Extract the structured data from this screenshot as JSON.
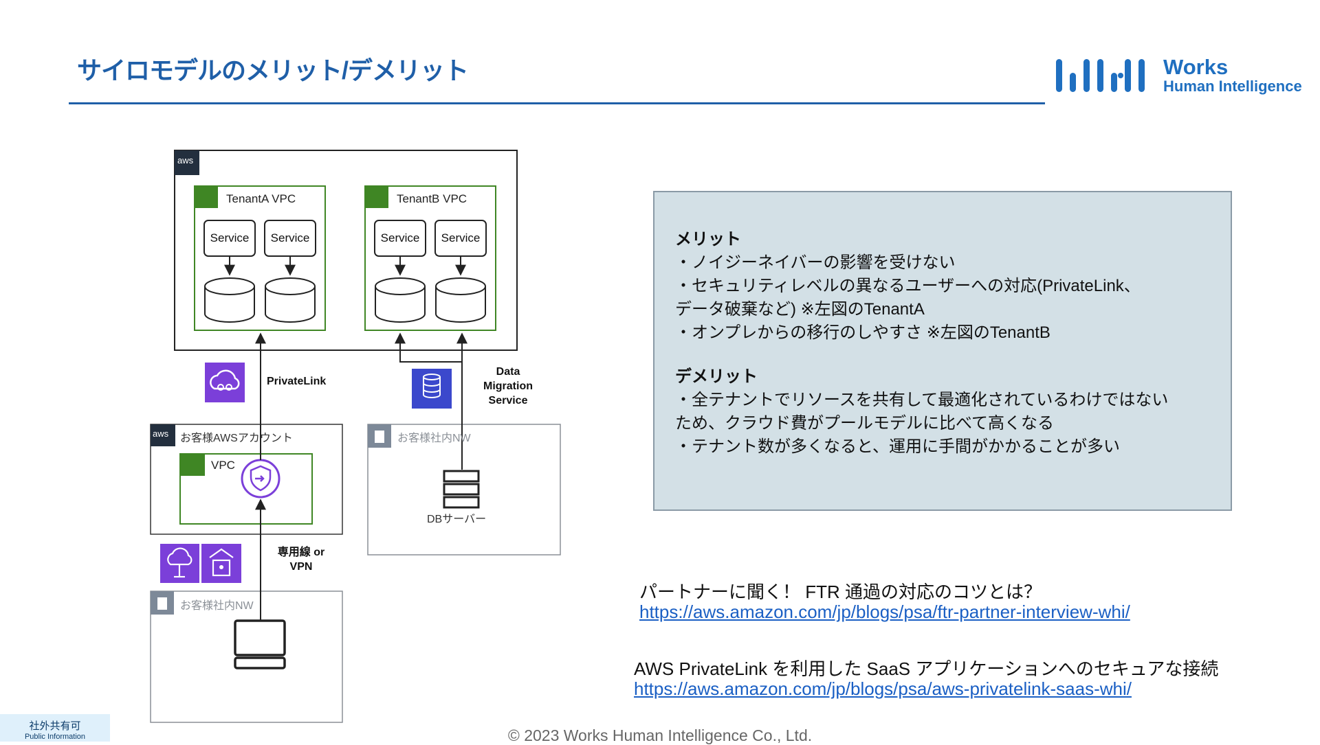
{
  "header": {
    "title": "サイロモデルのメリット/デメリット",
    "logo": {
      "line1": "Works",
      "line2": "Human Intelligence"
    }
  },
  "diagram": {
    "aws_badge": "aws",
    "tenant_a": {
      "label": "TenantA VPC",
      "services": [
        "Service",
        "Service"
      ]
    },
    "tenant_b": {
      "label": "TenantB VPC",
      "services": [
        "Service",
        "Service"
      ]
    },
    "privatelink_label": "PrivateLink",
    "dms_label": [
      "Data",
      "Migration",
      "Service"
    ],
    "customer_account": {
      "label": "お客様AWSアカウント",
      "vpc_label": "VPC"
    },
    "customer_nw_right": {
      "label": "お客様社内NW",
      "server_label": "DBサーバー"
    },
    "line_label": [
      "専用線 or",
      "VPN"
    ],
    "customer_nw_bottom": {
      "label": "お客様社内NW"
    }
  },
  "info": {
    "merit_head": "メリット",
    "merit_lines": [
      "・ノイジーネイバーの影響を受けない",
      "・セキュリティレベルの異なるユーザーへの対応(PrivateLink、",
      "データ破棄など) ※左図のTenantA",
      "・オンプレからの移行のしやすさ ※左図のTenantB"
    ],
    "demerit_head": "デメリット",
    "demerit_lines": [
      "・全テナントでリソースを共有して最適化されているわけではない",
      "ため、クラウド費がプールモデルに比べて高くなる",
      "・テナント数が多くなると、運用に手間がかかることが多い"
    ]
  },
  "links": [
    {
      "title": "パートナーに聞く！ FTR 通過の対応のコツとは？",
      "url": "https://aws.amazon.com/jp/blogs/psa/ftr-partner-interview-whi/"
    },
    {
      "title": "AWS PrivateLink を利用した SaaS アプリケーションへのセキュアな接続",
      "url": "https://aws.amazon.com/jp/blogs/psa/aws-privatelink-saas-whi/"
    }
  ],
  "footer": {
    "copyright": "© 2023 Works Human Intelligence Co., Ltd."
  },
  "badge": {
    "line1": "社外共有可",
    "line2": "Public Information"
  },
  "colors": {
    "brand_blue": "#1f5fa8",
    "vpc_green": "#3f8624",
    "aws_purple": "#7b3fd9",
    "dms_blue": "#3b48cc",
    "info_bg": "#d3e0e6"
  }
}
